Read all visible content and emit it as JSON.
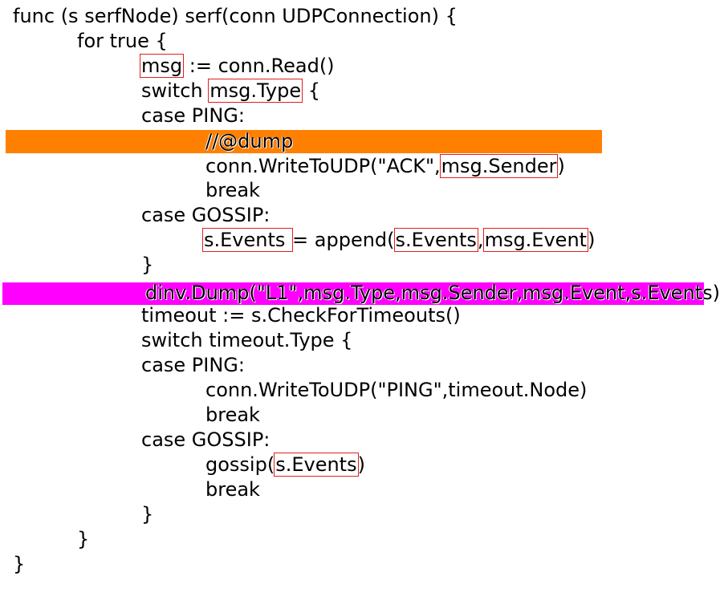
{
  "code": {
    "l01": "func (s serfNode) serf(conn UDPConnection) {",
    "l02": "for true {",
    "l03_a": "msg",
    "l03_b": " := conn.Read()",
    "l04_a": "switch ",
    "l04_b": "msg.Type",
    "l04_c": " {",
    "l05": "case PING:",
    "l06": "//@dump",
    "l07_a": "conn.WriteToUDP(\"ACK\",",
    "l07_b": "msg.Sender",
    "l07_c": ")",
    "l08": "break",
    "l09": "case GOSSIP:",
    "l10_a": "s.Events ",
    "l10_b": "= append(",
    "l10_c": "s.Events",
    "l10_d": ",",
    "l10_e": "msg.Event",
    "l10_f": ")",
    "l11": "}",
    "l12": "dinv.Dump(\"L1\",msg.Type,msg.Sender,msg.Event,s.Events)",
    "l13": "timeout := s.CheckForTimeouts()",
    "l14": "switch timeout.Type {",
    "l15": "case PING:",
    "l16": "conn.WriteToUDP(\"PING\",timeout.Node)",
    "l17": "break",
    "l18": "case GOSSIP:",
    "l19_a": "gossip(",
    "l19_b": "s.Events",
    "l19_c": ")",
    "l20": "break",
    "l21": "}",
    "l22": "}",
    "l23": "}"
  },
  "colors": {
    "dump_comment_highlight": "#ff7f00",
    "dump_call_highlight": "#ff00ff",
    "variable_box": "#e02020"
  }
}
